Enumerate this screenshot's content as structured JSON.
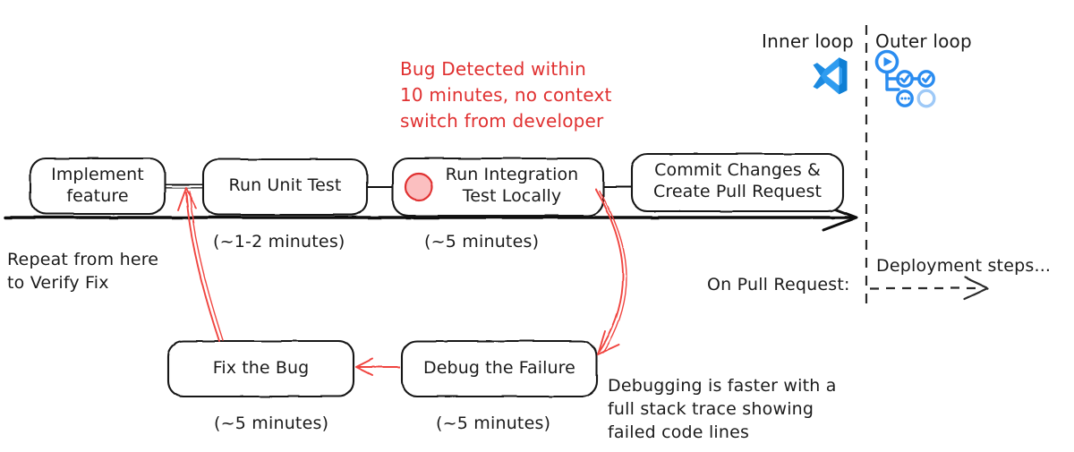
{
  "diagram": {
    "title": "Inner loop / Outer loop developer workflow",
    "colors": {
      "ink": "#1b1b1b",
      "red": "#e03030",
      "red_fill": "#fbbfc0",
      "vscode_blue": "#0f7fd4",
      "vscode_light_blue": "#2f9cf0",
      "pipeline_blue": "#2a8cf0",
      "pipeline_light": "#9ec9f7"
    }
  },
  "timeline": {
    "nodes": [
      {
        "id": "implement-feature",
        "label": "Implement\nfeature",
        "duration": ""
      },
      {
        "id": "run-unit-test",
        "label": "Run Unit Test",
        "duration": "(~1-2 minutes)"
      },
      {
        "id": "run-integration-test-locally",
        "label": "Run Integration\nTest Locally",
        "duration": "(~5 minutes)",
        "status_dot": true
      },
      {
        "id": "commit-changes-create-pull-request",
        "label": "Commit Changes &\nCreate Pull Request",
        "duration": ""
      }
    ]
  },
  "fix_loop": {
    "nodes": [
      {
        "id": "fix-the-bug",
        "label": "Fix the Bug",
        "duration": "(~5 minutes)"
      },
      {
        "id": "debug-the-failure",
        "label": "Debug the Failure",
        "duration": "(~5 minutes)"
      }
    ]
  },
  "annotations": {
    "bug_detected": "Bug Detected within\n10 minutes, no context\nswitch from developer",
    "repeat_from_here": "Repeat from here\nto Verify Fix",
    "debugging_faster": "Debugging is faster with a\nfull stack trace showing\nfailed code lines",
    "on_pull_request": "On Pull Request:",
    "deployment_steps": "Deployment steps..."
  },
  "loops": {
    "inner": {
      "label": "Inner loop",
      "icon": "vscode-icon"
    },
    "outer": {
      "label": "Outer loop",
      "icon": "pipeline-icon"
    }
  }
}
